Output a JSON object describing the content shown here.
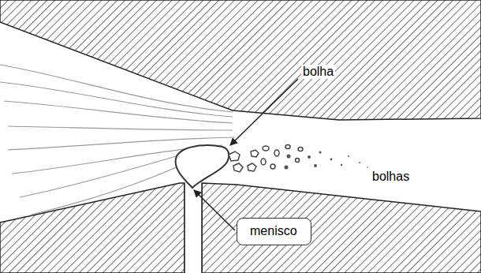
{
  "diagram": {
    "nodes": [
      {
        "text": [
          "menisco"
        ]
      }
    ],
    "labels": [
      "bolha",
      "bolhas"
    ]
  }
}
